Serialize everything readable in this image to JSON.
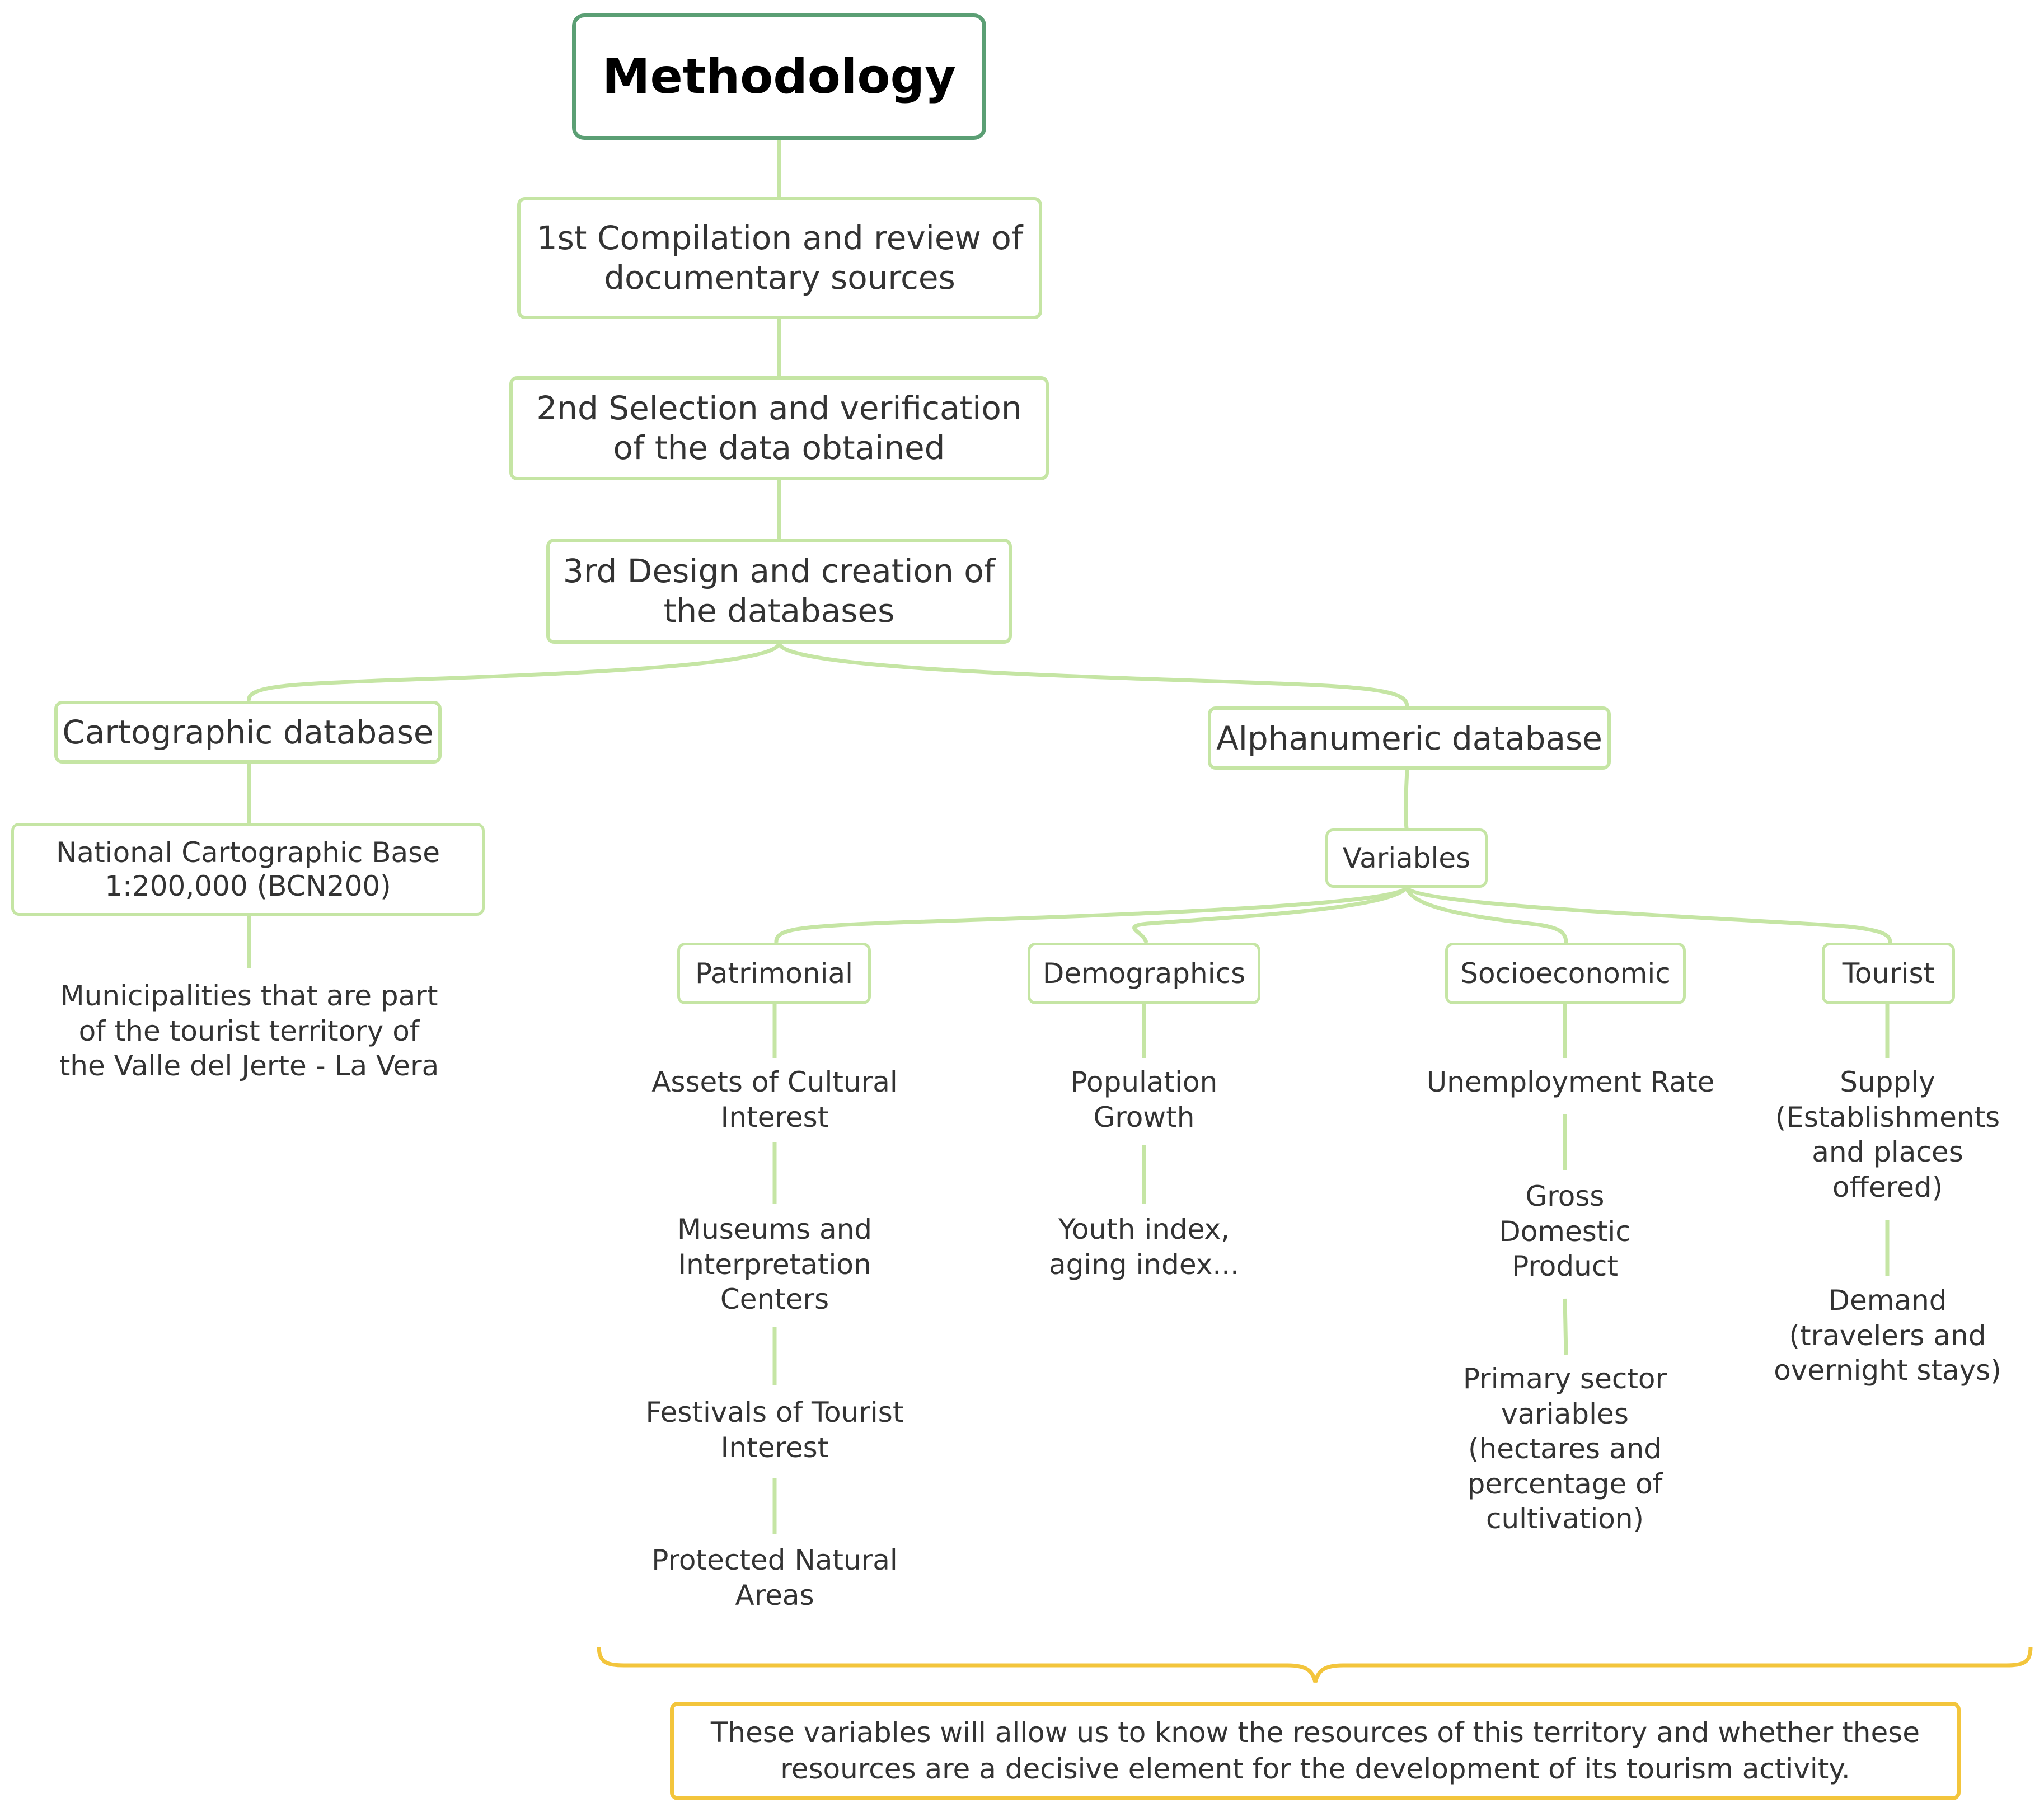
{
  "colors": {
    "root_border": "#5b9f74",
    "node_border": "#c5e5a4",
    "connector": "#c5e5a4",
    "brace": "#f3c53c"
  },
  "root": {
    "label": "Methodology"
  },
  "steps": [
    {
      "label": "1st Compilation and review of\ndocumentary sources"
    },
    {
      "label": "2nd Selection and verification\nof the data obtained"
    },
    {
      "label": "3rd Design and creation of\nthe databases"
    }
  ],
  "cartographic": {
    "label": "Cartographic database",
    "base": "National Cartographic Base\n1:200,000 (BCN200)",
    "municipalities": "Municipalities that are part\nof the tourist territory of\nthe Valle del Jerte -  La Vera"
  },
  "alphanumeric": {
    "label": "Alphanumeric database",
    "variables_label": "Variables",
    "categories": [
      {
        "label": "Patrimonial",
        "items": [
          "Assets of Cultural\nInterest",
          "Museums and\nInterpretation\nCenters",
          "Festivals of Tourist\nInterest",
          "Protected Natural\nAreas"
        ]
      },
      {
        "label": "Demographics",
        "items": [
          "Population\nGrowth",
          "Youth index,\naging index..."
        ]
      },
      {
        "label": "Socioeconomic",
        "items": [
          "Unemployment Rate",
          "Gross\nDomestic\nProduct",
          "Primary sector\nvariables\n(hectares and\npercentage of\ncultivation)"
        ]
      },
      {
        "label": "Tourist",
        "items": [
          "Supply\n(Establishments\nand places\noffered)",
          "Demand\n(travelers and\novernight stays)"
        ]
      }
    ]
  },
  "note": "These variables will allow us to know the resources of this territory and whether these resources are a decisive element for the development of its tourism activity."
}
